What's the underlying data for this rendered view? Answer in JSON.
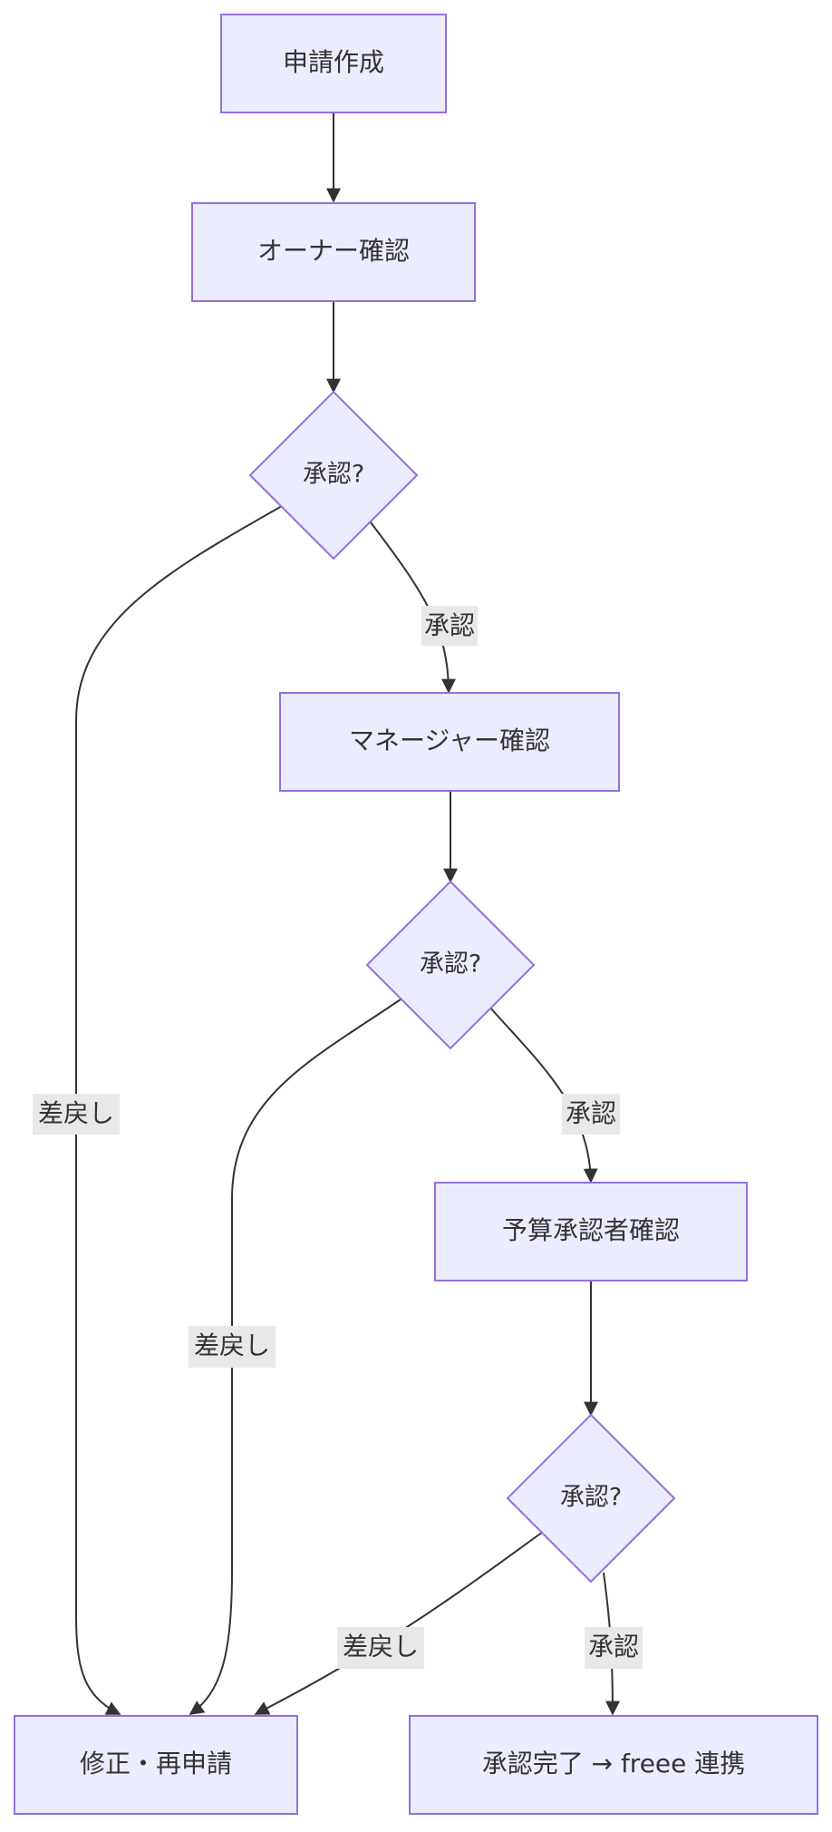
{
  "diagram": {
    "nodes": {
      "create": "申請作成",
      "owner": "オーナー確認",
      "decision1": "承認?",
      "manager": "マネージャー確認",
      "decision2": "承認?",
      "budget": "予算承認者確認",
      "decision3": "承認?",
      "revise": "修正・再申請",
      "complete": "承認完了 → freee 連携"
    },
    "edges": {
      "approve1": "承認",
      "return1": "差戻し",
      "approve2": "承認",
      "return2": "差戻し",
      "approve3": "承認",
      "return3": "差戻し"
    }
  }
}
